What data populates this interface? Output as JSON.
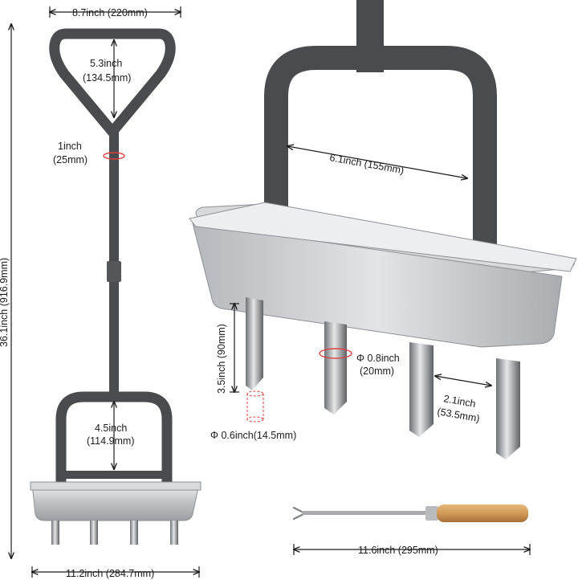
{
  "dimensions": {
    "handle_width": "8.7inch (220mm)",
    "grip_height_a": "5.3inch",
    "grip_height_b": "(134.5mm)",
    "shaft_diameter_a": "1inch",
    "shaft_diameter_b": "(25mm)",
    "total_height": "36.1inch (916.9mm)",
    "frame_height_a": "4.5inch",
    "frame_height_b": "(114.9mm)",
    "tray_width": "11.2inch (284.7mm)",
    "frame_inner_width": "6.1inch (155mm)",
    "tine_length": "3.5inch (90mm)",
    "tine_outer_dia_a": "Φ 0.8inch",
    "tine_outer_dia_b": "(20mm)",
    "tine_spacing_a": "2.1inch",
    "tine_spacing_b": "(53.5mm)",
    "tine_inner_dia": "Φ 0.6inch(14.5mm)",
    "tool_length": "11.6inch (295mm)"
  },
  "colors": {
    "handle": "#4a4b4f",
    "metal": "#c9cbce",
    "wood": "#d29a58",
    "accent_ring": "#e0403e"
  }
}
